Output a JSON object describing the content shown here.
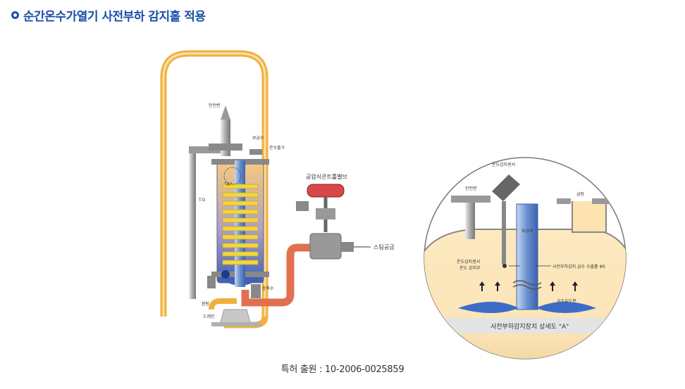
{
  "title": "순간온수가열기 사전부하 감지홀 적용",
  "patent_text": "특허 출원 : 10-2006-0025859",
  "left_diagram": {
    "labels": {
      "safety_valve": "안전변",
      "feed_water": "보급수",
      "hot_water_outlet": "온수출구",
      "a_marker": "\"A\"",
      "tg": "T.G",
      "control_valve": "공압식콘트롤밸브",
      "steam_supply": "스팀공급",
      "condensate": "응축수",
      "drain": "환탕",
      "drain2": "드레인"
    }
  },
  "right_diagram": {
    "labels": {
      "temp_sensor": "온도감지센서",
      "safety_valve": "안전변",
      "supply": "급탕",
      "feed_water": "보급수",
      "sensor_left": "온도감지센서",
      "sensor_left2": "온도 감지부",
      "hole_note": "사전부하감지 급수 수출홀 Φ5",
      "inflow": "급수유도판",
      "caption": "사전부하감지장치 상세도 \"A\""
    }
  },
  "colors": {
    "title_blue": "#1a4ea8",
    "pipe_orange": "#f0b040",
    "tank_blue": "#5878c8",
    "coil_yellow": "#f2d640",
    "steam_red": "#e0503c",
    "valve_red": "#d84848"
  }
}
